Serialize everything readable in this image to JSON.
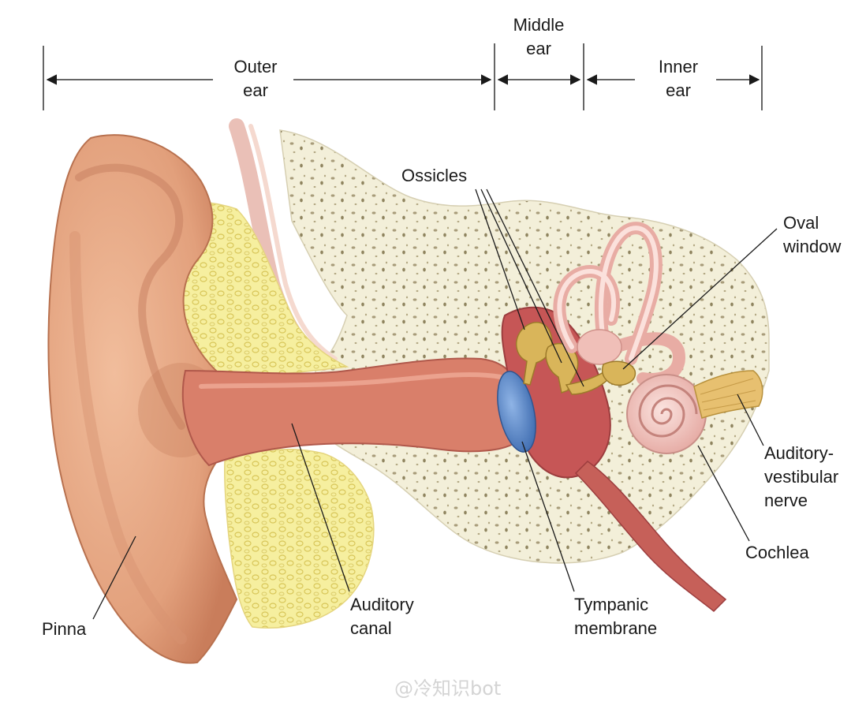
{
  "sections": {
    "outer": [
      "Outer",
      "ear"
    ],
    "middle": [
      "Middle",
      "ear"
    ],
    "inner": [
      "Inner",
      "ear"
    ]
  },
  "labels": {
    "ossicles": "Ossicles",
    "oval_window": [
      "Oval",
      "window"
    ],
    "auditory_vestibular_nerve": [
      "Auditory-",
      "vestibular",
      "nerve"
    ],
    "cochlea": "Cochlea",
    "pinna": "Pinna",
    "auditory_canal": [
      "Auditory",
      "canal"
    ],
    "tympanic_membrane": [
      "Tympanic",
      "membrane"
    ]
  },
  "watermark": "@冷知识bot",
  "colors": {
    "skin": "#e8a986",
    "skin_dark": "#c97d5b",
    "cartilage": "#f5ec9c",
    "bone": "#f3efd9",
    "bone_spot": "#a89c7a",
    "canal": "#c4595a",
    "middle_ear": "#c65656",
    "tympanic": "#4f7fc2",
    "ossicle": "#d9b55a",
    "inner_ear": "#f2c6c0",
    "nerve": "#e7c070",
    "line": "#1a1a1a"
  }
}
